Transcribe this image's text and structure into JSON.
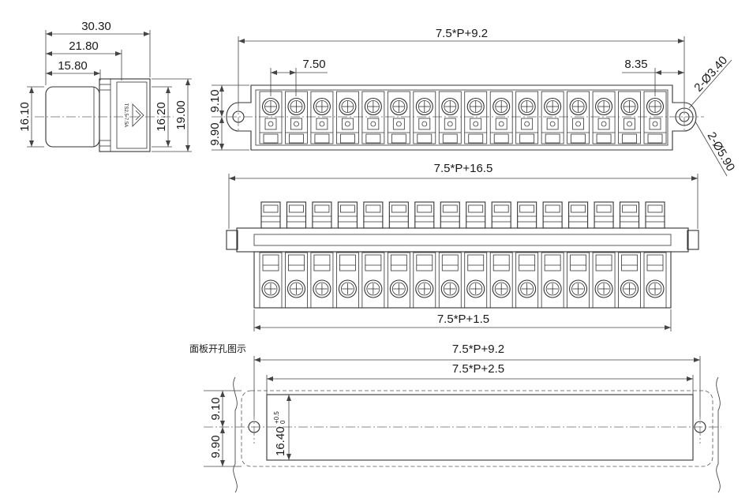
{
  "side_view": {
    "overall_length": "30.30",
    "body_length": "21.80",
    "plug_length": "15.80",
    "plug_height": "16.10",
    "body_height": "16.20",
    "total_height": "19.00",
    "marking": "TS2.5-7.5A"
  },
  "top_view": {
    "hole_spacing": "7.5*P+9.2",
    "pitch": "7.50",
    "end_offset": "8.35",
    "upper_height": "9.10",
    "lower_height": "9.90",
    "small_hole": "2-Ø3.40",
    "large_hole": "2-Ø5.90"
  },
  "front_view": {
    "overall_length": "7.5*P+16.5",
    "body_length": "7.5*P+1.5"
  },
  "panel_cutout": {
    "title": "面板开孔图示",
    "hole_spacing": "7.5*P+9.2",
    "cutout_length": "7.5*P+2.5",
    "upper_height": "9.10",
    "lower_height": "9.90",
    "cutout_height": "16.40",
    "tolerance_upper": "+0.5",
    "tolerance_lower": "0"
  },
  "colors": {
    "line": "#333333",
    "text": "#1a1a1a",
    "background": "#ffffff"
  }
}
